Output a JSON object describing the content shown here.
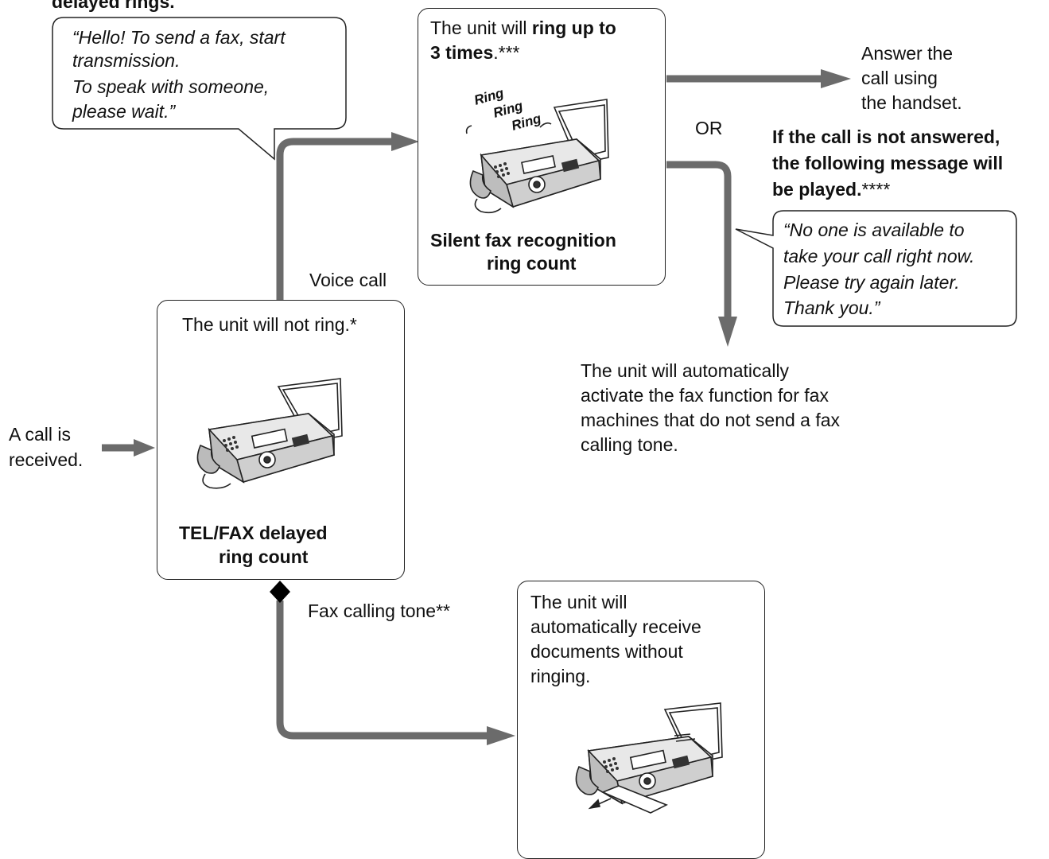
{
  "top_fragment": "delayed rings.",
  "bubble_greeting": {
    "line1": "“Hello! To send a fax, start",
    "line2": "transmission.",
    "line3": "To speak with someone,",
    "line4": "please wait.”"
  },
  "ring_box": {
    "line1_pre": "The unit will ",
    "line1_bold": "ring up to",
    "line2_bold": "3 times",
    "line2_post": ".***",
    "ring_words": [
      "Ring",
      "Ring",
      "Ring"
    ],
    "caption1": "Silent fax recognition",
    "caption2": "ring count"
  },
  "answer": {
    "line1": "Answer the",
    "line2": "call using",
    "line3": "the handset."
  },
  "or_label": "OR",
  "not_answered": {
    "line1": "If the call is not answered,",
    "line2": "the following message will",
    "line3_bold": "be played.",
    "line3_post": "****"
  },
  "bubble_unavailable": {
    "line1": "“No one is available to",
    "line2": "take your call right now.",
    "line3": "Please try again later.",
    "line4": "Thank you.”"
  },
  "voice_call_label": "Voice call",
  "activate": {
    "line1": "The unit will automatically",
    "line2": "activate the fax function for fax",
    "line3": "machines that do not send a fax",
    "line4": "calling tone."
  },
  "delay_box": {
    "line1": "The unit will not ring.*",
    "caption1": "TEL/FAX delayed",
    "caption2": "ring count"
  },
  "call_received": {
    "line1": "A call is",
    "line2": "received."
  },
  "fax_tone_label": "Fax calling tone**",
  "receive_box": {
    "line1": "The unit will",
    "line2": "automatically receive",
    "line3": "documents without",
    "line4": "ringing."
  },
  "colors": {
    "arrow": "#6b6b6b",
    "border": "#222222"
  }
}
